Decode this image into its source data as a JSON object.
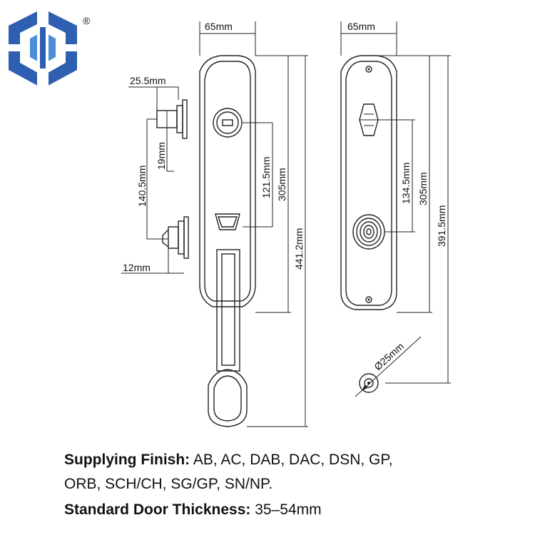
{
  "logo": {
    "registered_mark": "®",
    "colors": {
      "blue": "#2f5fb0",
      "light_blue": "#4a8fd8"
    }
  },
  "dimensions": {
    "front_width": "65mm",
    "back_width": "65mm",
    "deadbolt_projection": "25.5mm",
    "bolt_offset": "19mm",
    "bolt_spacing": "140.5mm",
    "latch_projection": "12mm",
    "cylinder_to_lever": "121.5mm",
    "front_plate_height": "305mm",
    "front_overall_height": "441.2mm",
    "back_turn_to_key": "134.5mm",
    "back_plate_height": "305mm",
    "back_overall_height": "391.5mm",
    "rose_diameter": "Ø25mm"
  },
  "specs": {
    "finish_label": "Supplying Finish:",
    "finish_line1": " AB, AC, DAB, DAC, DSN, GP,",
    "finish_line2": "ORB, SCH/CH, SG/GP, SN/NP.",
    "thickness_label": "Standard Door Thickness:",
    "thickness_value": " 35–54mm"
  }
}
